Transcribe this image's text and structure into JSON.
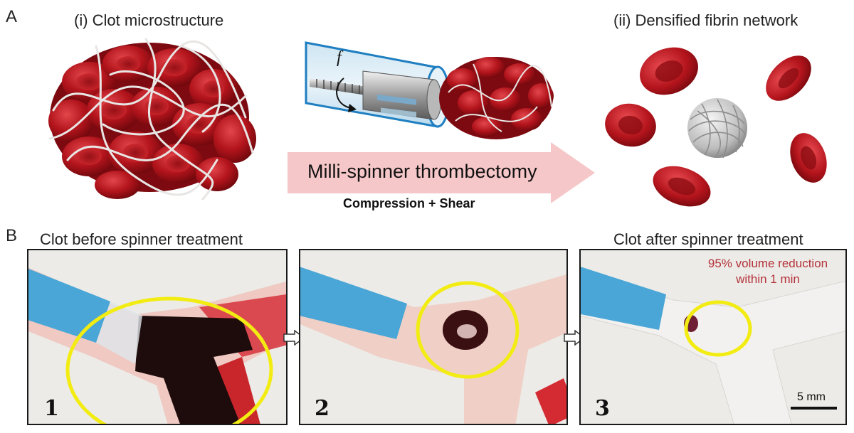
{
  "panel_a": {
    "letter": "A",
    "left_title": "(i) Clot microstructure",
    "right_title": "(ii) Densified fibrin network",
    "arrow_text": "Milli-spinner thrombectomy",
    "arrow_subtext": "Compression + Shear",
    "force_label": "f"
  },
  "panel_b": {
    "letter": "B",
    "before_title": "Clot before spinner treatment",
    "after_title": "Clot after spinner treatment",
    "photos": [
      {
        "number": "1"
      },
      {
        "number": "2"
      },
      {
        "number": "3"
      }
    ],
    "annotation_line1": "95% volume reduction",
    "annotation_line2": "within 1 min",
    "scale_bar": "5 mm"
  },
  "colors": {
    "rbc_red": "#b3141c",
    "arrow_pink": "#f6c7c8",
    "highlight_yellow": "#f2ec12",
    "catheter_blue": "#4aa6d6",
    "annotation_red": "#b4323a"
  }
}
